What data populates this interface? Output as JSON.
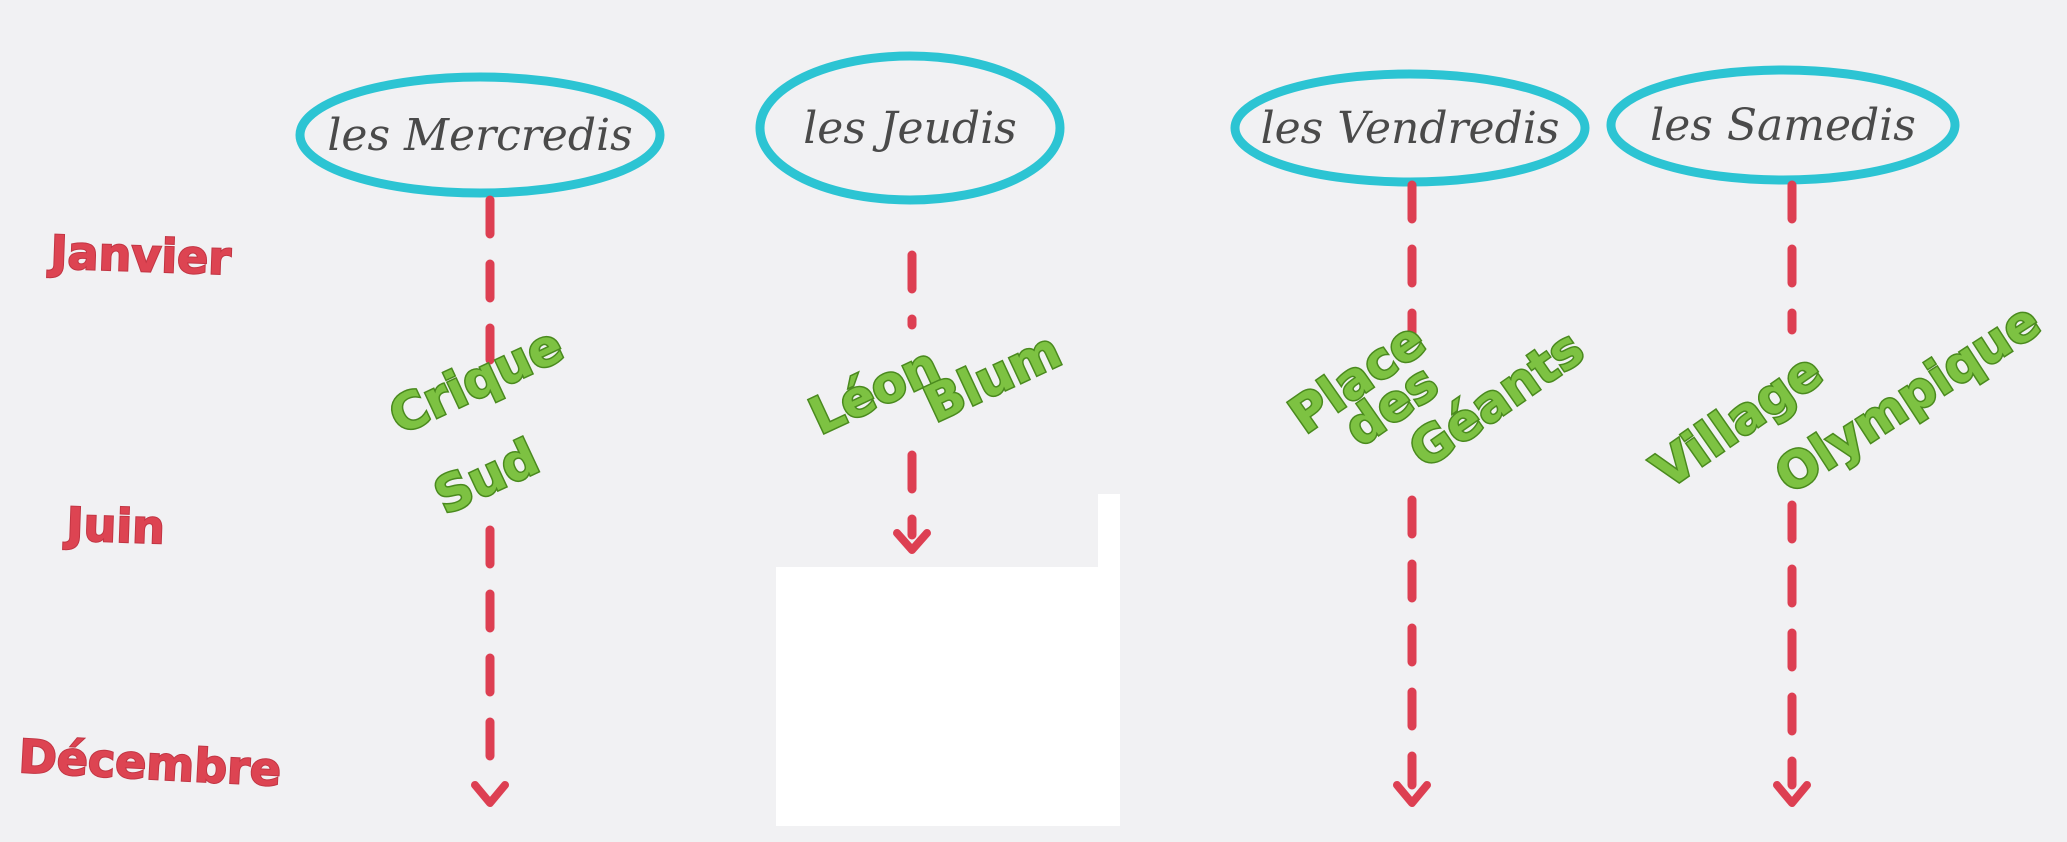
{
  "months": {
    "january": "Janvier",
    "june": "Juin",
    "december": "Décembre"
  },
  "days": {
    "wednesday": "les Mercredis",
    "thursday": "les Jeudis",
    "friday": "les Vendredis",
    "saturday": "les Samedis"
  },
  "places": {
    "wednesday": [
      "Crique",
      "Sud"
    ],
    "thursday": [
      "Léon",
      "Blum"
    ],
    "friday": [
      "Place",
      "des",
      "Géants"
    ],
    "saturday": [
      "Village",
      "Olympique"
    ]
  },
  "colors": {
    "background": "#f1f1f3",
    "month_red": "#dd4452",
    "day_circle_cyan": "#2cc4d3",
    "place_green": "#7dc242",
    "arrow_red": "#dd3f52"
  }
}
